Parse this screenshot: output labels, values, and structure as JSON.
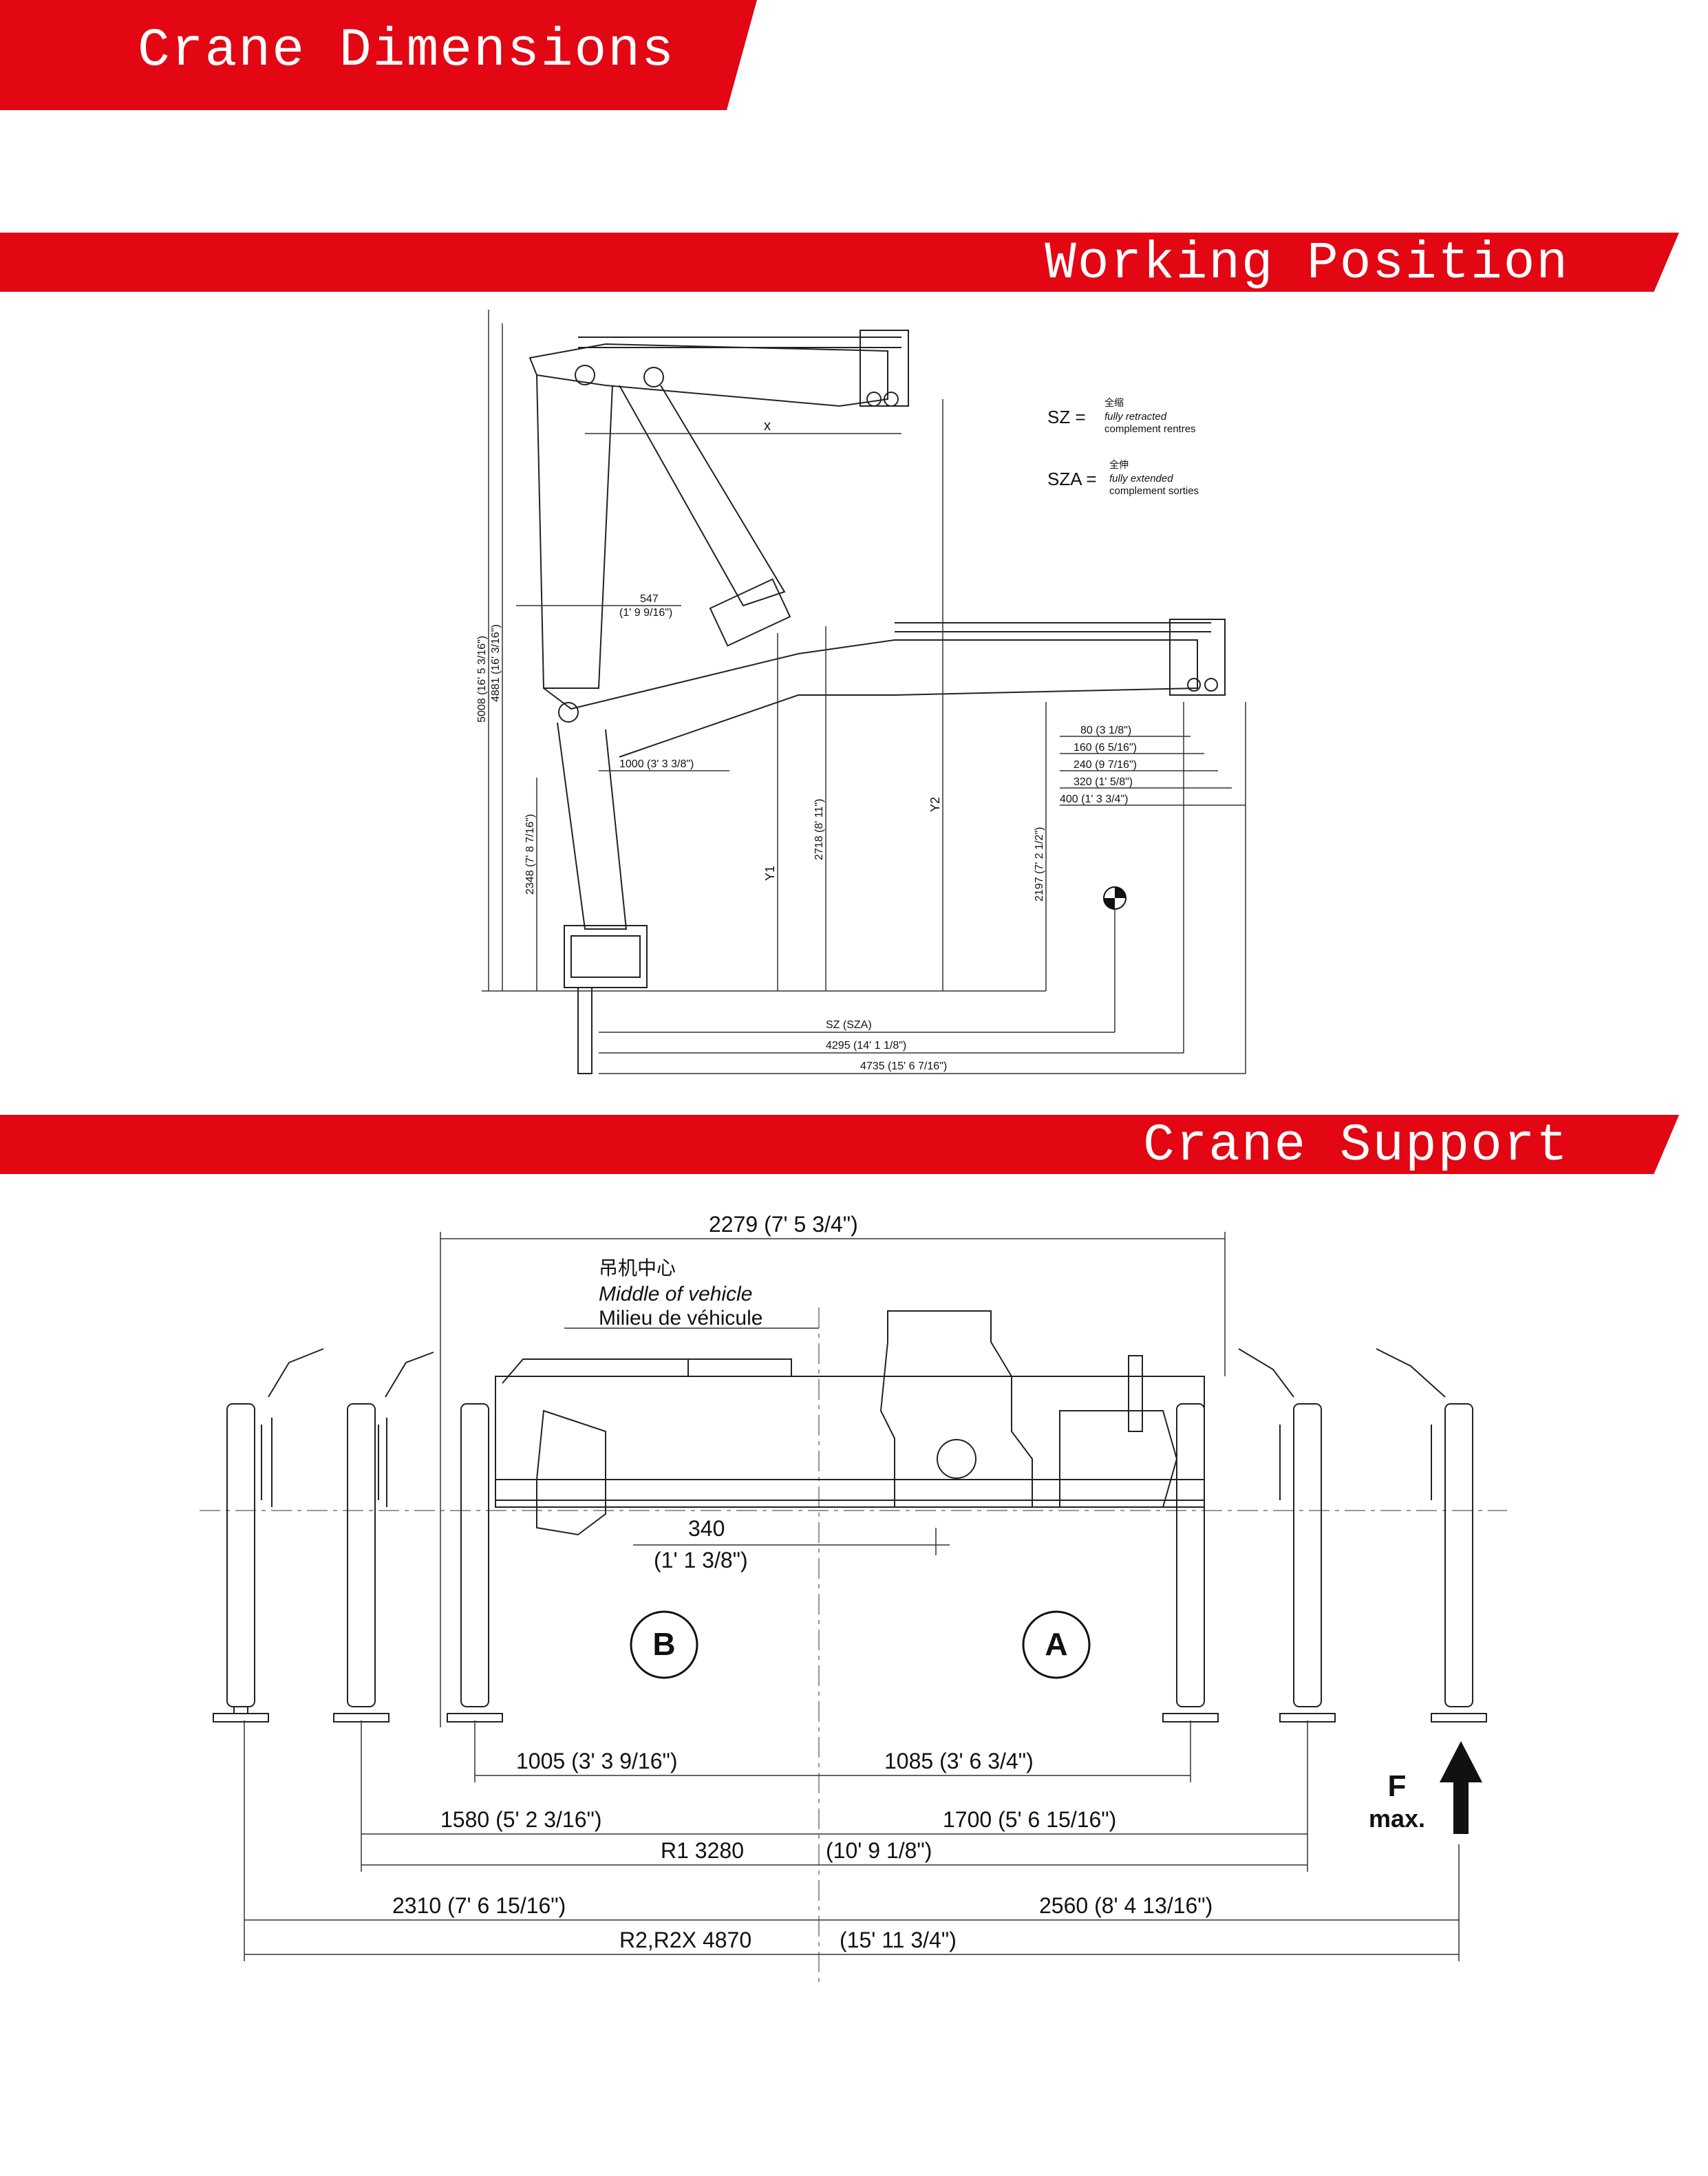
{
  "header": {
    "title": "Crane Dimensions"
  },
  "sections": {
    "working": "Working Position",
    "support": "Crane Support"
  },
  "legend": {
    "sz_label": "SZ =",
    "sz_cn": "全缩",
    "sz_en": "fully retracted",
    "sz_fr": "complement rentres",
    "sza_label": "SZA =",
    "sza_cn": "全伸",
    "sza_en": "fully extended",
    "sza_fr": "complement sorties"
  },
  "working_dims": {
    "x": "x",
    "d547": "547",
    "d547_in": "(1' 9 9/16\")",
    "d1000": "1000    (3' 3 3/8\")",
    "v5008": "5008  (16' 5 3/16\")",
    "v4881": "4881  (16' 3/16\")",
    "v2348": "2348    (7' 8 7/16\")",
    "y1": "Y1",
    "v2718": "2718    (8' 11\")",
    "y2": "Y2",
    "v2197": "2197    (7' 2 1/2\")",
    "h80": "80    (3 1/8\")",
    "h160": "160  (6 5/16\")",
    "h240": "240  (9 7/16\")",
    "h320": "320    (1' 5/8\")",
    "h400": "400    (1' 3 3/4\")",
    "sz": "SZ (SZA)",
    "d4295": "4295    (14' 1 1/8\")",
    "d4735": "4735    (15' 6 7/16\")"
  },
  "support_dims": {
    "d2279": "2279     (7' 5 3/4\")",
    "mid_cn": "吊机中心",
    "mid_en": "Middle of vehicle",
    "mid_fr": "Milieu de véhicule",
    "d340": "340",
    "d340_in": "(1' 1 3/8\")",
    "b": "B",
    "a": "A",
    "d1005": "1005     (3' 3 9/16\")",
    "d1085": "1085     (3' 6 3/4\")",
    "d1580": "1580     (5' 2 3/16\")",
    "d1700": "1700     (5' 6 15/16\")",
    "r1_left": "R1 3280",
    "r1_right": "(10' 9 1/8\")",
    "d2310": "2310     (7' 6 15/16\")",
    "d2560": "2560     (8' 4 13/16\")",
    "r2_left": "R2,R2X 4870",
    "r2_right": "(15' 11 3/4\")",
    "f": "F",
    "fmax": "max."
  },
  "colors": {
    "accent": "#e30613"
  }
}
